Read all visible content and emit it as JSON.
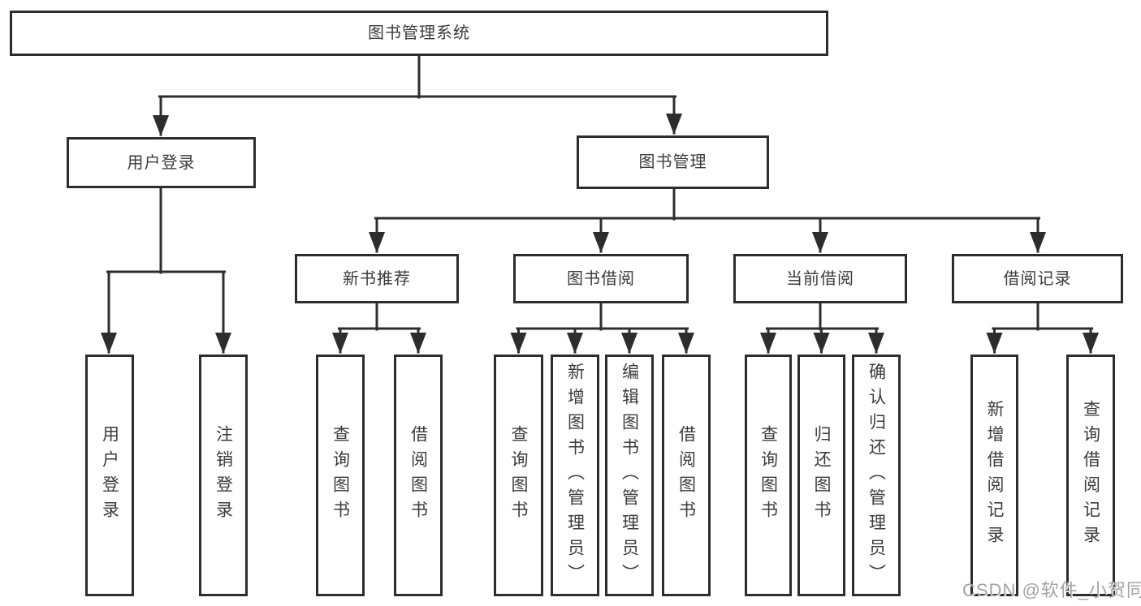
{
  "tree": {
    "root": {
      "label": "图书管理系统"
    },
    "login": {
      "label": "用户登录",
      "leaves": [
        "用户登录",
        "注销登录"
      ]
    },
    "manage": {
      "label": "图书管理"
    },
    "groups": [
      {
        "label": "新书推荐",
        "leaves": [
          "查询图书",
          "借阅图书"
        ]
      },
      {
        "label": "图书借阅",
        "leaves": [
          "查询图书",
          "新增图书（管理员）",
          "编辑图书（管理员）",
          "借阅图书"
        ]
      },
      {
        "label": "当前借阅",
        "leaves": [
          "查询图书",
          "归还图书",
          "确认归还（管理员）"
        ]
      },
      {
        "label": "借阅记录",
        "leaves": [
          "新增借阅记录",
          "查询借阅记录"
        ]
      }
    ]
  },
  "watermark": {
    "text": "CSDN @软件_小贺同学"
  },
  "colors": {
    "line": "#2d2d2d",
    "box_border": "#2d2d2d",
    "text": "#3b3b3b",
    "watermark": "#a3a3a3",
    "background": "#ffffff"
  }
}
